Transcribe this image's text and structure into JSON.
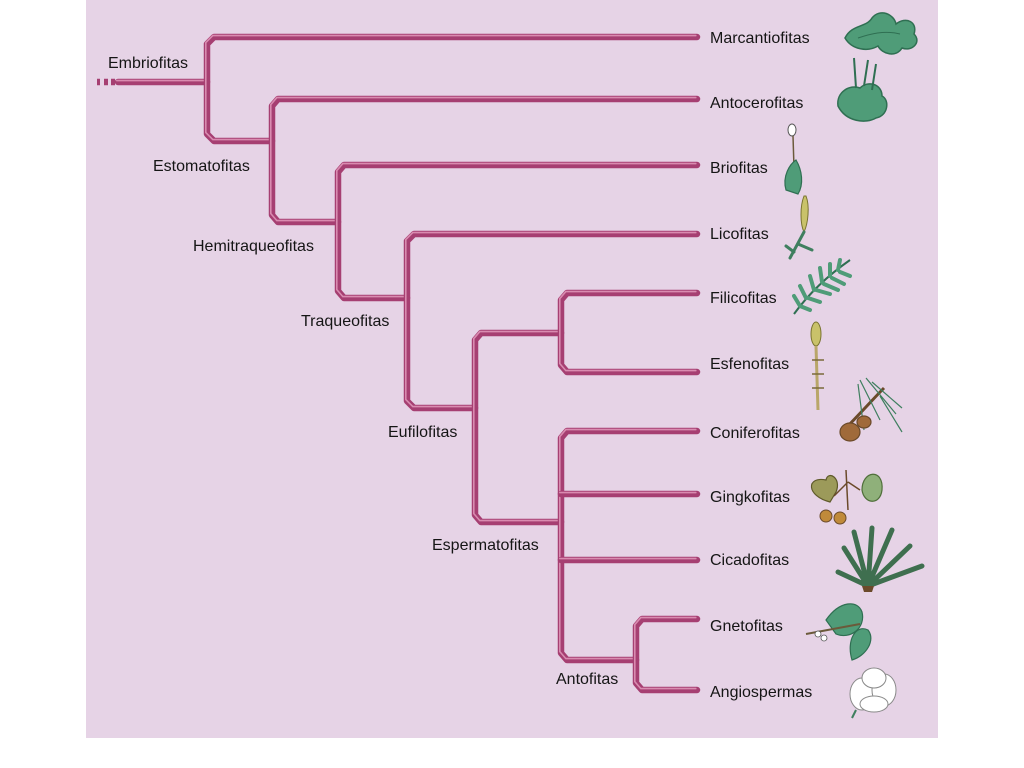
{
  "colors": {
    "panel_background": "#e6d3e6",
    "branch": "#a63f72",
    "branch_highlight": "#d98bb0",
    "plant_green": "#4f9c78",
    "plant_dark": "#2f6f52",
    "plant_brown": "#8a6a3a"
  },
  "tree": {
    "clades": [
      {
        "id": "embriofitas",
        "label": "Embriofitas"
      },
      {
        "id": "estomatofitas",
        "label": "Estomatofitas"
      },
      {
        "id": "hemitraqueofitas",
        "label": "Hemitraqueofitas"
      },
      {
        "id": "traqueofitas",
        "label": "Traqueofitas"
      },
      {
        "id": "eufilofitas",
        "label": "Eufilofitas"
      },
      {
        "id": "espermatofitas",
        "label": "Espermatofitas"
      },
      {
        "id": "antofitas",
        "label": "Antofitas"
      }
    ],
    "taxa": [
      {
        "id": "marcantiofitas",
        "label": "Marcantiofitas",
        "icon": "liverwort-icon"
      },
      {
        "id": "antocerofitas",
        "label": "Antocerofitas",
        "icon": "hornwort-icon"
      },
      {
        "id": "briofitas",
        "label": "Briofitas",
        "icon": "moss-icon"
      },
      {
        "id": "licofitas",
        "label": "Licofitas",
        "icon": "clubmoss-icon"
      },
      {
        "id": "filicofitas",
        "label": "Filicofitas",
        "icon": "fern-icon"
      },
      {
        "id": "esfenofitas",
        "label": "Esfenofitas",
        "icon": "horsetail-icon"
      },
      {
        "id": "coniferofitas",
        "label": "Coniferofitas",
        "icon": "pine-branch-icon"
      },
      {
        "id": "gingkofitas",
        "label": "Gingkofitas",
        "icon": "ginkgo-leaf-icon"
      },
      {
        "id": "cicadofitas",
        "label": "Cicadofitas",
        "icon": "cycad-icon"
      },
      {
        "id": "gnetofitas",
        "label": "Gnetofitas",
        "icon": "gnetum-icon"
      },
      {
        "id": "angiospermas",
        "label": "Angiospermas",
        "icon": "flower-icon"
      }
    ]
  }
}
